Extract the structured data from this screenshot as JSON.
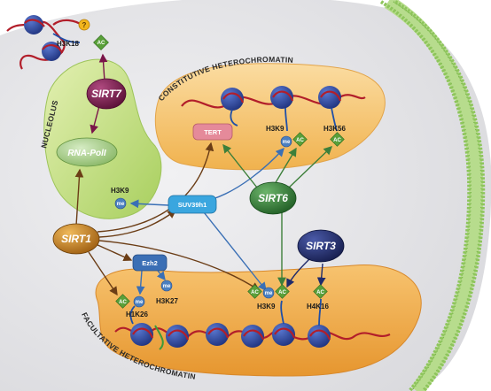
{
  "compartments": {
    "nucleolus": "NUCLEOLUS",
    "constitutive": "CONSTITUTIVE HETEROCHROMATIN",
    "facultative": "FACULTATIVE HETEROCHROMATIN"
  },
  "proteins": {
    "sirt1": "SIRT1",
    "sirt3": "SIRT3",
    "sirt6": "SIRT6",
    "sirt7": "SIRT7",
    "rnapol": "RNA-PolI",
    "suv39h1": "SUV39h1",
    "ezh2": "Ezh2",
    "tert": "TERT"
  },
  "marks": {
    "h3k18": "H3K18",
    "h3k9_nucleolus": "H3K9",
    "h3k9_constitutive": "H3K9",
    "h3k56": "H3K56",
    "h1k26": "H1K26",
    "h3k27": "H3K27",
    "h3k9_facultative": "H3K9",
    "h4k16": "H4K16"
  },
  "tags": {
    "ac": "AC",
    "me": "me",
    "unknown": "?"
  },
  "colors": {
    "nucleus_bg": "#e7e7ea",
    "membrane": "#9ccf6a",
    "nucleolus": "#c9e28e",
    "heterochromatin": "#f6c878",
    "sirt1": "#c47a1a",
    "sirt3": "#1f2a6b",
    "sirt6": "#2f7a33",
    "sirt7": "#7a1449",
    "suv39h1": "#3aa6df",
    "ezh2": "#3b6fb5",
    "tert": "#e58a9a",
    "ac_tag": "#5aa03a",
    "me_tag": "#4a7fc0"
  }
}
